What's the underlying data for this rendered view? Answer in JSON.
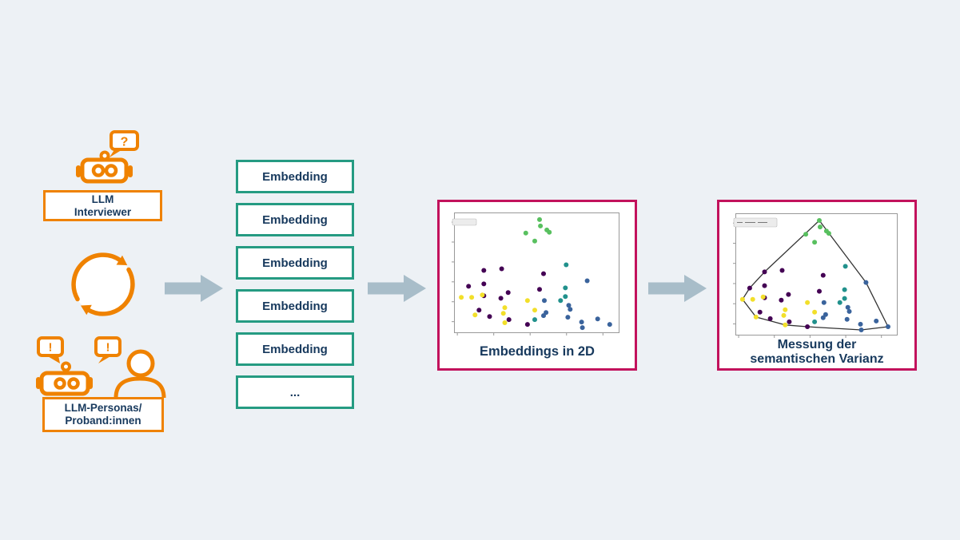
{
  "window": {
    "background": "#edf1f5"
  },
  "colors": {
    "bg": "#edf1f5",
    "orange": "#ef8200",
    "navy": "#17395d",
    "teal": "#259b82",
    "pink": "#c2125c",
    "arrow": "#a8bdc9"
  },
  "left_column": {
    "interviewer": {
      "icon": "robot-with-question-bubble",
      "box_line1": "LLM",
      "box_line2": "Interviewer"
    },
    "cycle_icon": "loop-arrows",
    "personas": {
      "icon": "robot-and-person-with-exclamation-bubbles",
      "box_line1": "LLM-Personas/",
      "box_line2": "Proband:innen"
    },
    "bubble_glyphs": {
      "question": "?",
      "exclamation": "!"
    }
  },
  "embedding_column": {
    "items": [
      "Embedding",
      "Embedding",
      "Embedding",
      "Embedding",
      "Embedding",
      "..."
    ]
  },
  "chart_data": {
    "point_color_map": {
      "purple": "#440154",
      "yellow": "#f2df2a",
      "teal": "#21918c",
      "green": "#58c05f",
      "blue": "#3a639c"
    },
    "points": [
      [
        0.517,
        0.059,
        "green"
      ],
      [
        0.522,
        0.112,
        "green"
      ],
      [
        0.561,
        0.145,
        "green"
      ],
      [
        0.576,
        0.164,
        "green"
      ],
      [
        0.434,
        0.171,
        "green"
      ],
      [
        0.488,
        0.237,
        "green"
      ],
      [
        0.678,
        0.434,
        "teal"
      ],
      [
        0.673,
        0.625,
        "teal"
      ],
      [
        0.673,
        0.697,
        "teal"
      ],
      [
        0.644,
        0.73,
        "teal"
      ],
      [
        0.488,
        0.888,
        "teal"
      ],
      [
        0.805,
        0.566,
        "blue"
      ],
      [
        0.546,
        0.73,
        "blue"
      ],
      [
        0.556,
        0.829,
        "blue"
      ],
      [
        0.541,
        0.855,
        "blue"
      ],
      [
        0.693,
        0.77,
        "blue"
      ],
      [
        0.702,
        0.803,
        "blue"
      ],
      [
        0.688,
        0.868,
        "blue"
      ],
      [
        0.771,
        0.908,
        "blue"
      ],
      [
        0.868,
        0.882,
        "blue"
      ],
      [
        0.941,
        0.928,
        "blue"
      ],
      [
        0.776,
        0.954,
        "blue"
      ],
      [
        0.18,
        0.48,
        "purple"
      ],
      [
        0.288,
        0.467,
        "purple"
      ],
      [
        0.088,
        0.612,
        "purple"
      ],
      [
        0.18,
        0.592,
        "purple"
      ],
      [
        0.327,
        0.664,
        "purple"
      ],
      [
        0.283,
        0.711,
        "purple"
      ],
      [
        0.517,
        0.638,
        "purple"
      ],
      [
        0.541,
        0.507,
        "purple"
      ],
      [
        0.151,
        0.809,
        "purple"
      ],
      [
        0.215,
        0.862,
        "purple"
      ],
      [
        0.332,
        0.888,
        "purple"
      ],
      [
        0.444,
        0.928,
        "purple"
      ],
      [
        0.18,
        0.691,
        "purple"
      ],
      [
        0.044,
        0.704,
        "yellow"
      ],
      [
        0.107,
        0.704,
        "yellow"
      ],
      [
        0.171,
        0.684,
        "yellow"
      ],
      [
        0.307,
        0.789,
        "yellow"
      ],
      [
        0.298,
        0.836,
        "yellow"
      ],
      [
        0.127,
        0.849,
        "yellow"
      ],
      [
        0.307,
        0.914,
        "yellow"
      ],
      [
        0.444,
        0.73,
        "yellow"
      ],
      [
        0.488,
        0.809,
        "yellow"
      ]
    ],
    "x_tick_fractions": [
      0.02,
      0.24,
      0.46,
      0.68,
      0.9
    ],
    "y_tick_fractions": [
      0.08,
      0.245,
      0.41,
      0.575,
      0.74,
      0.905
    ],
    "charts": [
      {
        "type": "scatter",
        "caption": "Embeddings in 2D",
        "convex_hull": false,
        "axis_tick_labels": "none",
        "legend_box": {
          "width": 30,
          "height": 8,
          "y": 8,
          "text_legible": false
        }
      },
      {
        "type": "scatter",
        "caption_line1": "Messung der",
        "caption_line2": "semantischen Varianz",
        "convex_hull": true,
        "axis_tick_labels": "none",
        "legend_box": {
          "width": 54,
          "height": 11,
          "y": 6,
          "text_legible": false
        }
      }
    ]
  }
}
